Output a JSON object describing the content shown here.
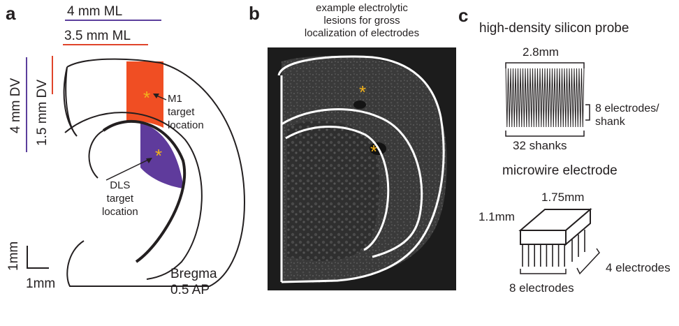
{
  "colors": {
    "ml4": "#5b3f9c",
    "ml35": "#e0442a",
    "m1_target": "#f04e23",
    "dls_target": "#5f3b9c",
    "asterisk": "#f2b21c",
    "micrograph_bg": "#1c1c1c"
  },
  "panel_a": {
    "letter": "a",
    "ml_4": "4 mm ML",
    "ml_35": "3.5 mm ML",
    "dv_4": "4 mm DV",
    "dv_15": "1.5 mm DV",
    "m1_label": [
      "M1",
      "target",
      "location"
    ],
    "dls_label": [
      "DLS",
      "target",
      "location"
    ],
    "asterisk": "*",
    "scale_v": "1mm",
    "scale_h": "1mm",
    "bregma": [
      "Bregma",
      "0.5 AP"
    ]
  },
  "panel_b": {
    "letter": "b",
    "caption": [
      "example electrolytic",
      "lesions for gross",
      "localization of electrodes"
    ],
    "asterisk": "*"
  },
  "panel_c": {
    "letter": "c",
    "probe_title": "high-density silicon probe",
    "probe_width": "2.8mm",
    "electrodes_per_shank": [
      "8 electrodes/",
      "shank"
    ],
    "shanks": "32 shanks",
    "microwire_title": "microwire electrode",
    "mw_length": "1.75mm",
    "mw_height": "1.1mm",
    "mw_rows": "8 electrodes",
    "mw_cols": "4 electrodes"
  }
}
